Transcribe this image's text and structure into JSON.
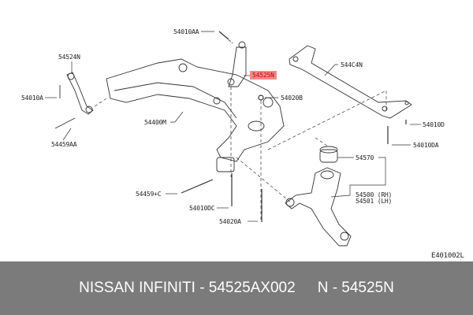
{
  "diagram": {
    "labels": {
      "p54010AA": "54010AA",
      "p54524N": "54524N",
      "p54010A": "54010A",
      "p54459AA": "54459AA",
      "p54400M": "54400M",
      "p54459C": "54459+C",
      "p54010DC": "54010DC",
      "p54020A": "54020A",
      "p54525N": "54525N",
      "p54020B": "54020B",
      "p544C4N": "544C4N",
      "p54010D": "54010D",
      "p54010DA": "54010DA",
      "p54570": "54570",
      "p54500": "54500 (RH)",
      "p54501": "54501 (LH)"
    },
    "figure_code": "E401002L",
    "highlight_color": "#f08a8a"
  },
  "footer": {
    "part_number": "NISSAN INFINITI - 54525AX002",
    "short_number": "N - 54525N"
  }
}
